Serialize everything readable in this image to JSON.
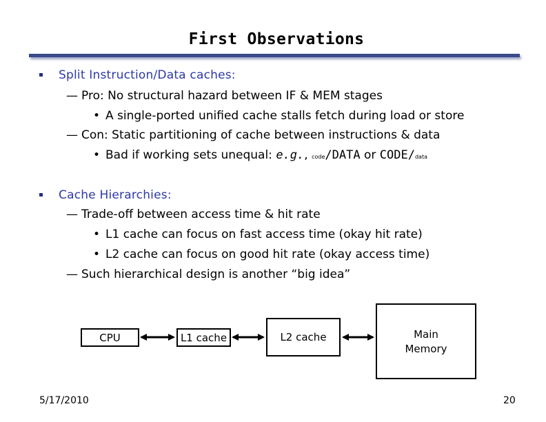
{
  "title": "First Observations",
  "bullets": [
    {
      "heading": "Split Instruction/Data caches:",
      "items": [
        {
          "text": "Pro: No structural hazard between IF & MEM stages",
          "subitems": [
            "A single-ported unified cache stalls fetch during load or store"
          ]
        },
        {
          "text": "Con: Static partitioning of cache between instructions & data",
          "subitems": []
        }
      ],
      "bad_line": {
        "prefix": "Bad if working sets unequal: ",
        "eg": "e.g.",
        "comma": ", ",
        "small1": "code",
        "big1": "/DATA",
        "or": " or ",
        "big2": "CODE",
        "slash": "/",
        "small2": "data"
      }
    },
    {
      "heading": "Cache Hierarchies:",
      "items": [
        {
          "text": "Trade-off between access time & hit rate",
          "subitems": [
            "L1 cache can focus on fast access time (okay hit rate)",
            "L2 cache can focus on good hit rate (okay access time)"
          ]
        },
        {
          "text": "Such hierarchical design is another “big idea”",
          "subitems": []
        }
      ]
    }
  ],
  "diagram": {
    "cpu": "CPU",
    "l1": "L1 cache",
    "l2": "L2 cache",
    "main_line1": "Main",
    "main_line2": "Memory"
  },
  "footer": {
    "date": "5/17/2010",
    "page": "20"
  }
}
